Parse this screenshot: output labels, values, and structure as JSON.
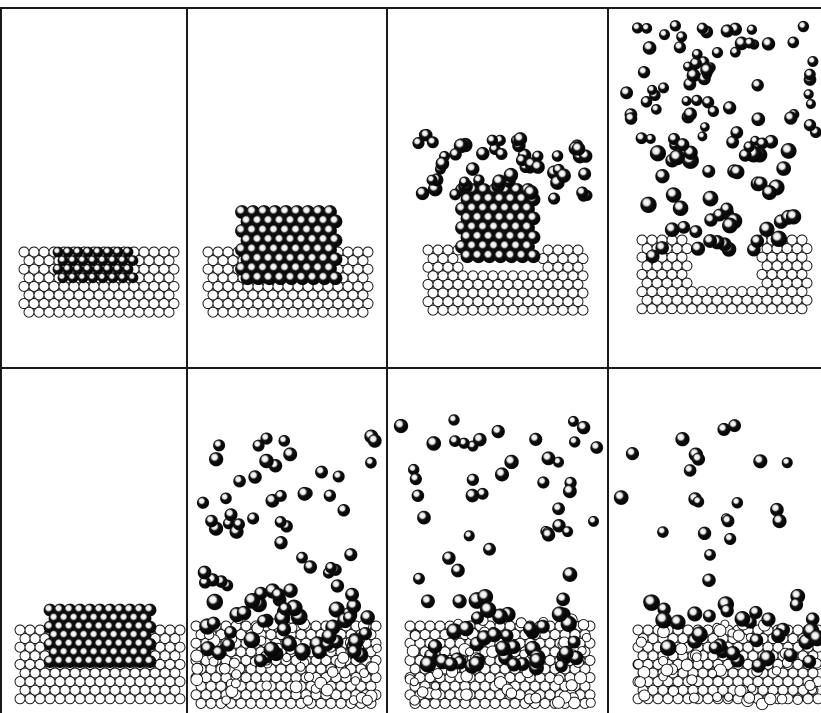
{
  "figure": {
    "rows": 2,
    "cols": 4,
    "colors": {
      "background": "#ffffff",
      "frame": "#1a1a1a",
      "atom_fill": "#111111",
      "atom_highlight": "#ffffff",
      "lattice_fill": "#ffffff",
      "lattice_stroke": "#111111"
    },
    "panels": [
      {
        "name": "panel-1-1",
        "row": 1,
        "col": 1,
        "content": "intact-cluster-in-lattice"
      },
      {
        "name": "panel-1-2",
        "row": 1,
        "col": 2,
        "content": "cluster-emerging"
      },
      {
        "name": "panel-1-3",
        "row": 1,
        "col": 3,
        "content": "cluster-spreading-crater"
      },
      {
        "name": "panel-1-4",
        "row": 1,
        "col": 4,
        "content": "ejection-plume-crater"
      },
      {
        "name": "panel-2-1",
        "row": 2,
        "col": 1,
        "content": "embedded-cluster-mound"
      },
      {
        "name": "panel-2-2",
        "row": 2,
        "col": 2,
        "content": "splash-dense"
      },
      {
        "name": "panel-2-3",
        "row": 2,
        "col": 3,
        "content": "splash-medium"
      },
      {
        "name": "panel-2-4",
        "row": 2,
        "col": 4,
        "content": "splash-sparse"
      }
    ]
  }
}
